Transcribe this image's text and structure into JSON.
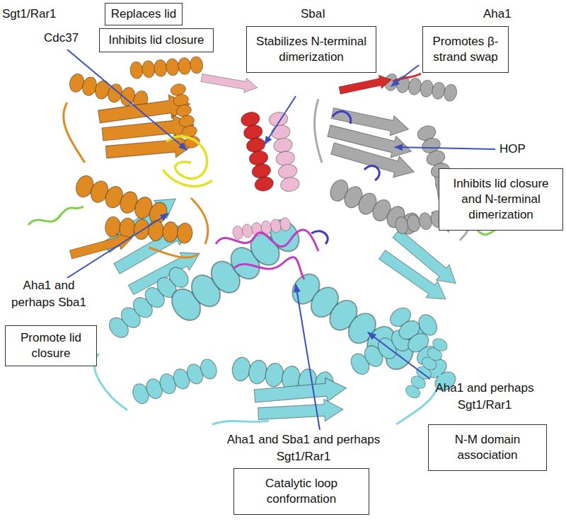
{
  "diagram": {
    "nodes": [
      {
        "text": [
          "Replaces lid"
        ]
      },
      {
        "text": [
          "Inhibits lid closure"
        ]
      },
      {
        "text": [
          "Stabilizes N-terminal dimerization"
        ]
      },
      {
        "text": [
          "Promotes β-strand swap"
        ]
      },
      {
        "text": [
          "Inhibits lid closure and N-terminal dimerization"
        ]
      },
      {
        "text": [
          "Promote lid closure"
        ]
      },
      {
        "text": [
          "N-M domain association"
        ]
      },
      {
        "text": [
          "Catalytic loop conformation"
        ]
      }
    ],
    "labels": [
      "Sgt1/Rar1",
      "SbaI",
      "Aha1",
      "Cdc37",
      "HOP",
      "Aha1 and perhaps Sba1",
      "Aha1 and perhaps Sgt1/Rar1",
      "Aha1 and Sba1 and perhaps Sgt1/Rar1"
    ]
  }
}
